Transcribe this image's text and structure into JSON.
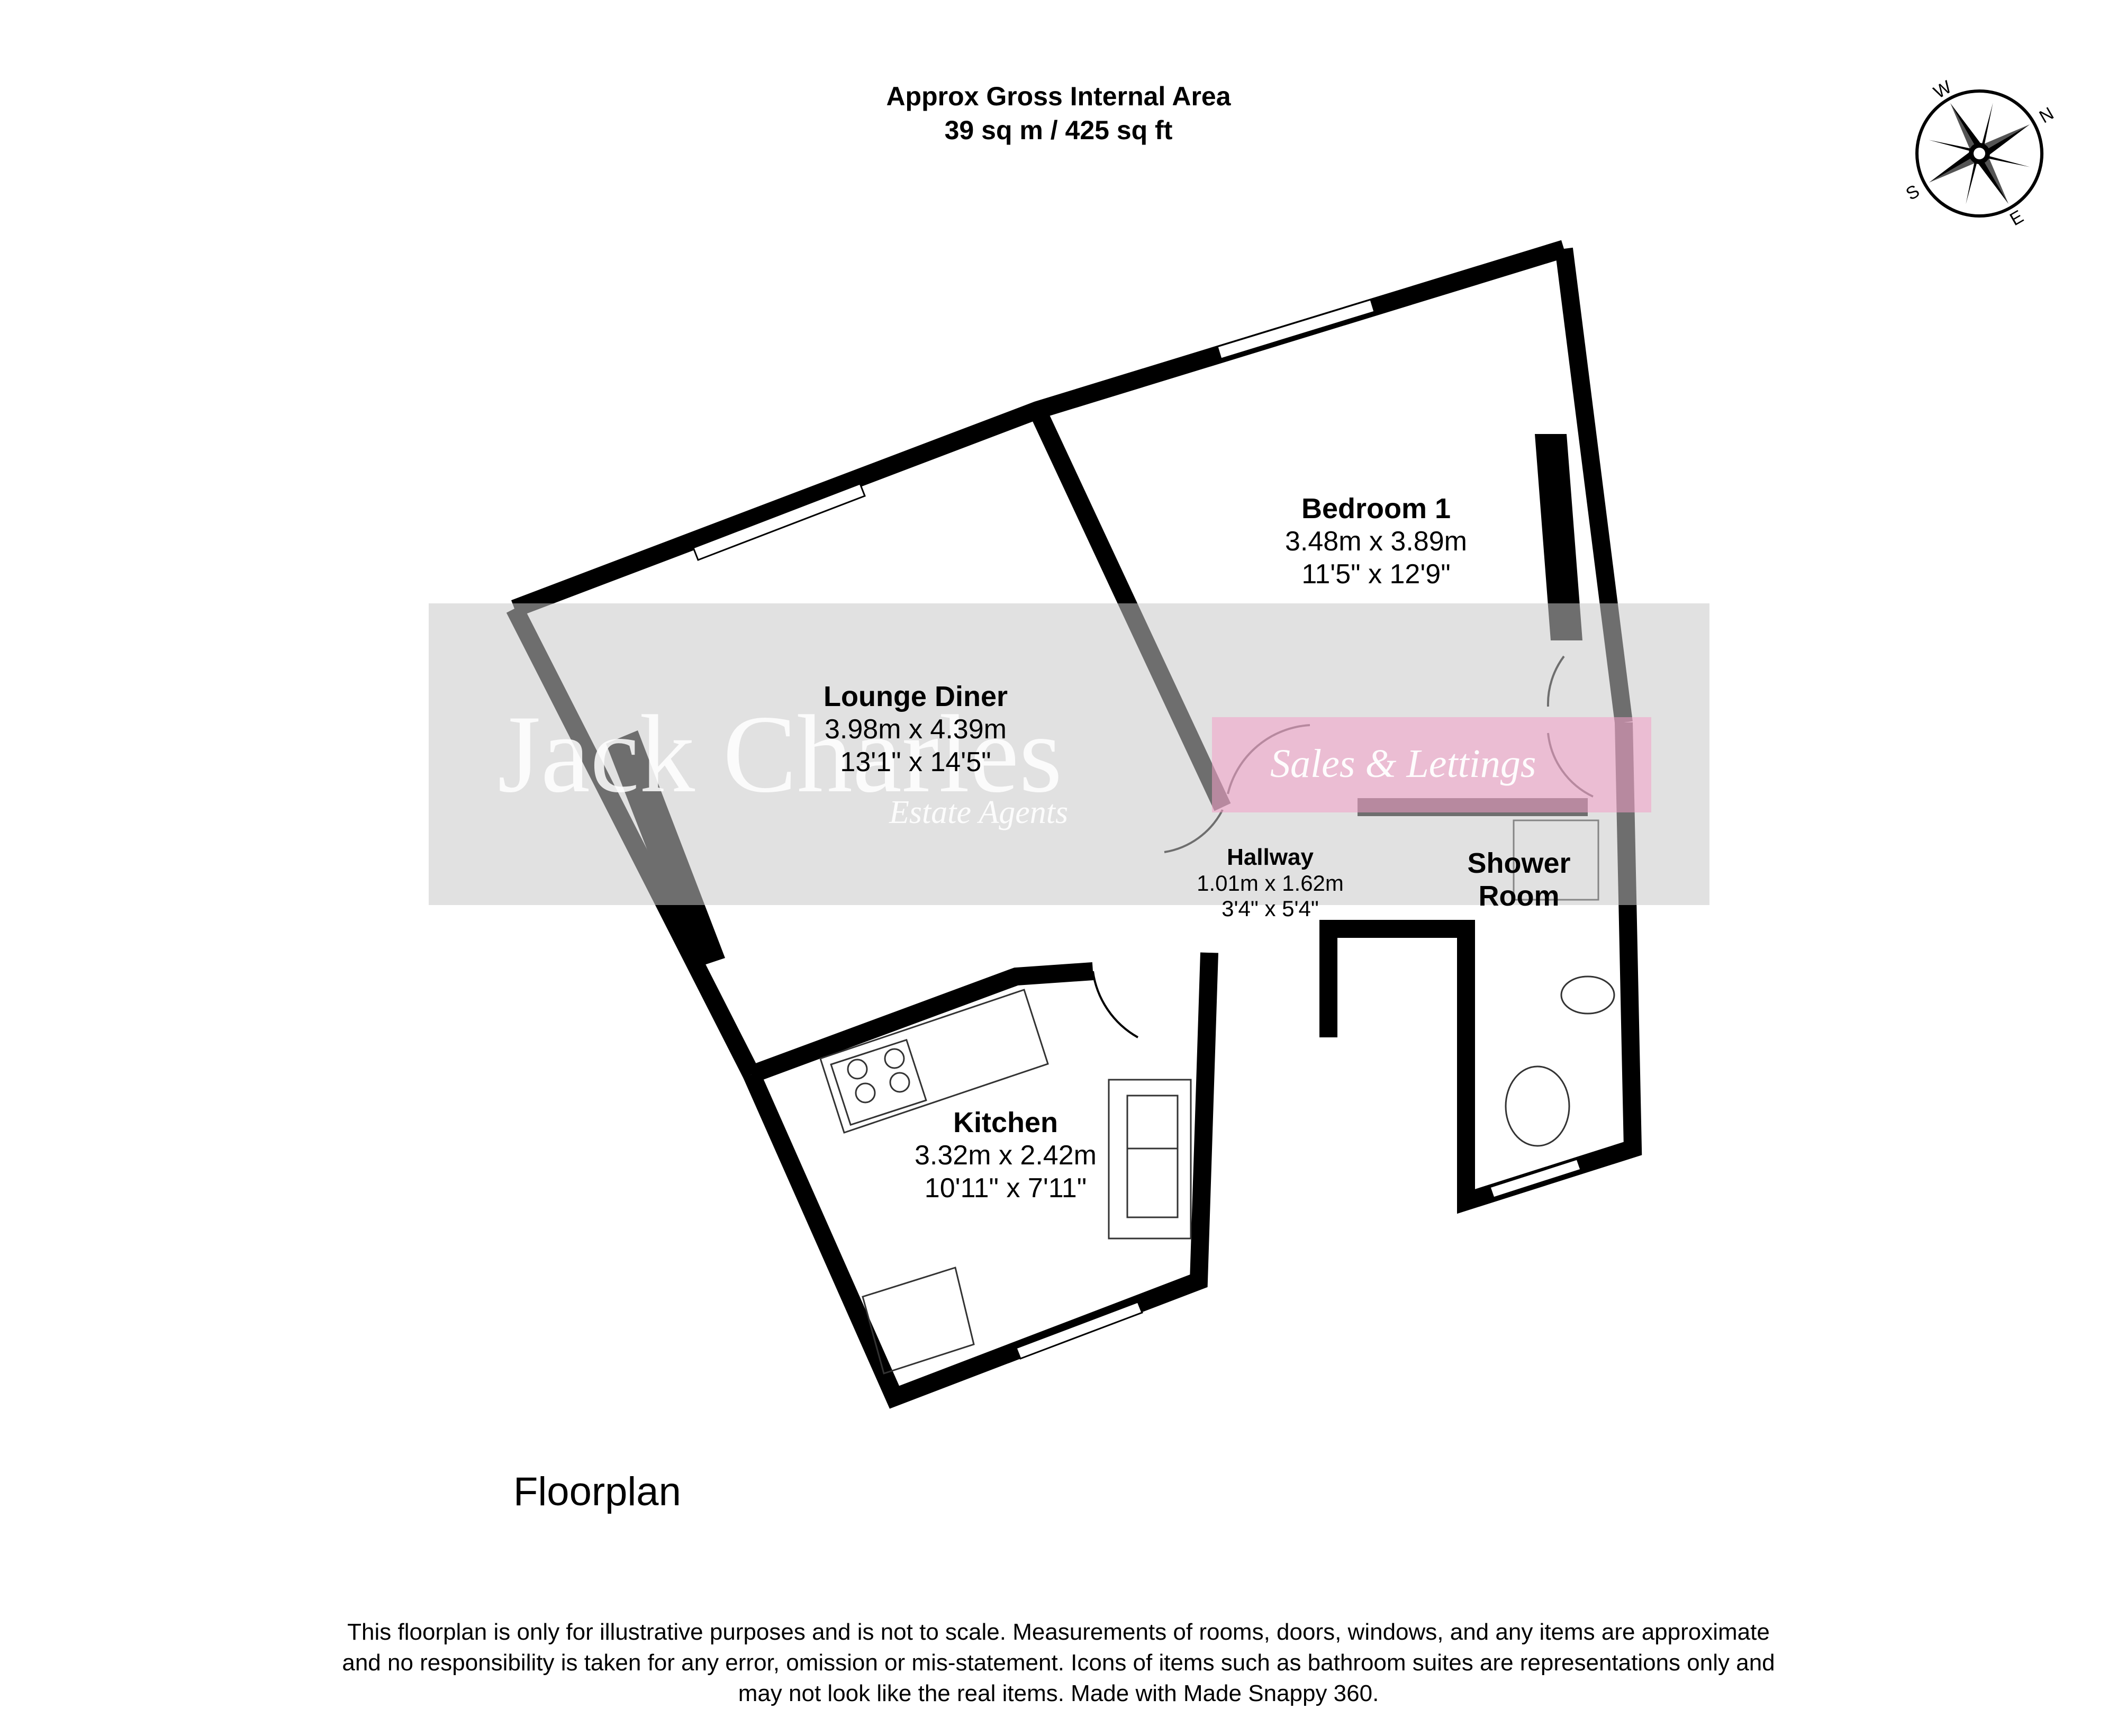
{
  "header": {
    "line1": "Approx Gross Internal Area",
    "line2": "39 sq m / 425 sq ft"
  },
  "rooms": [
    {
      "name": "Bedroom 1",
      "metric": "3.48m x 3.89m",
      "imperial": "11'5\" x 12'9\""
    },
    {
      "name": "Lounge Diner",
      "metric": "3.98m x 4.39m",
      "imperial": "13'1\" x 14'5\""
    },
    {
      "name": "Hallway",
      "metric": "1.01m x 1.62m",
      "imperial": "3'4\" x 5'4\""
    },
    {
      "name": "Shower Room",
      "name_line1": "Shower",
      "name_line2": "Room"
    },
    {
      "name": "Kitchen",
      "metric": "3.32m x 2.42m",
      "imperial": "10'11\" x 7'11\""
    }
  ],
  "watermark": {
    "name": "Jack Charles",
    "tagline": "Estate Agents",
    "sales": "Sales & Lettings"
  },
  "compass": {
    "n": "N",
    "e": "E",
    "s": "S",
    "w": "W"
  },
  "floor_caption": "Floorplan",
  "disclaimer": {
    "line1": "This floorplan is only for illustrative purposes and is not to scale. Measurements of rooms, doors, windows, and any items are approximate",
    "line2": "and no responsibility is taken for any error, omission or mis-statement. Icons of items such as bathroom suites are representations only and",
    "line3": "may not look like the real items. Made with Made Snappy 360."
  },
  "colors": {
    "wall": "#000000",
    "watermark_grey": "#c8c8c8",
    "watermark_pink": "#f4a0c8"
  }
}
